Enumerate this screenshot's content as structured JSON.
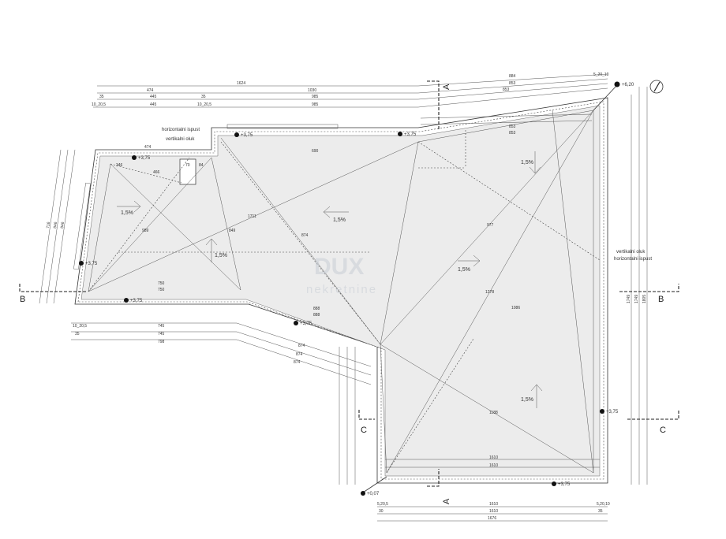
{
  "drawing": {
    "top_dims": {
      "total": "1624",
      "seg1": "474",
      "seg2": "1030",
      "r3a": "35",
      "r3b": "445",
      "r3c": "35",
      "r3d": "985",
      "r4a": "10_20,5",
      "r4b": "445",
      "r4c": "10_20,5",
      "r4d": "985"
    },
    "top_right_dims": {
      "a": "884",
      "b": "853",
      "c": "853",
      "d": "5_20_10"
    },
    "inner_dims": {
      "d690": "690",
      "d474": "474",
      "d346": "346",
      "d466": "466",
      "d70": "70",
      "d84": "84",
      "d853a": "853",
      "d853b": "853",
      "d750a": "750",
      "d750b": "750",
      "d888a": "888",
      "d888b": "888",
      "d1610a": "1610",
      "d1610b": "1610"
    },
    "diagonals": {
      "a": "989",
      "b": "849",
      "c": "1711",
      "d": "874",
      "e": "977",
      "f": "1278",
      "g": "1086",
      "h": "1188"
    },
    "bottom_left_dims": {
      "a": "745",
      "b": "745",
      "c": "798",
      "d": "874",
      "e": "874",
      "f": "874",
      "p1": "10_20,5",
      "p2": "35"
    },
    "bottom_dims": {
      "a": "1610",
      "b": "1610",
      "c": "1676",
      "l1": "5,20,5",
      "l2": "30",
      "r1": "5,20,10",
      "r2": "35"
    },
    "left_dims": {
      "a": "716",
      "b": "846",
      "c": "846"
    },
    "right_dims": {
      "a": "1749",
      "b": "1749",
      "c": "1805"
    },
    "notes": {
      "horiz_left": "horizontalni ispust",
      "vert_left": "vertikalni oluk",
      "vert_right": "vertikalni oluk",
      "horiz_right": "horizontalni ispust"
    },
    "elevations": {
      "top": "+6,20",
      "e1": "+3,75",
      "e2": "+3,75",
      "e3": "+3,75",
      "e4": "+3,75",
      "e5": "+3,75",
      "e6": "+3,75",
      "e7": "+3,75",
      "e8": "+3,75",
      "low": "+0,07"
    },
    "slopes": [
      "1,5%",
      "1,5%",
      "1,5%",
      "1,5%",
      "1,5%",
      "1,5%"
    ],
    "sections": {
      "a_top": "A",
      "a_bottom": "A",
      "b_left": "B",
      "b_right": "B",
      "c_left": "C",
      "c_right": "C"
    },
    "watermark": {
      "brand": "DUX",
      "sub": "nekretnine"
    }
  }
}
